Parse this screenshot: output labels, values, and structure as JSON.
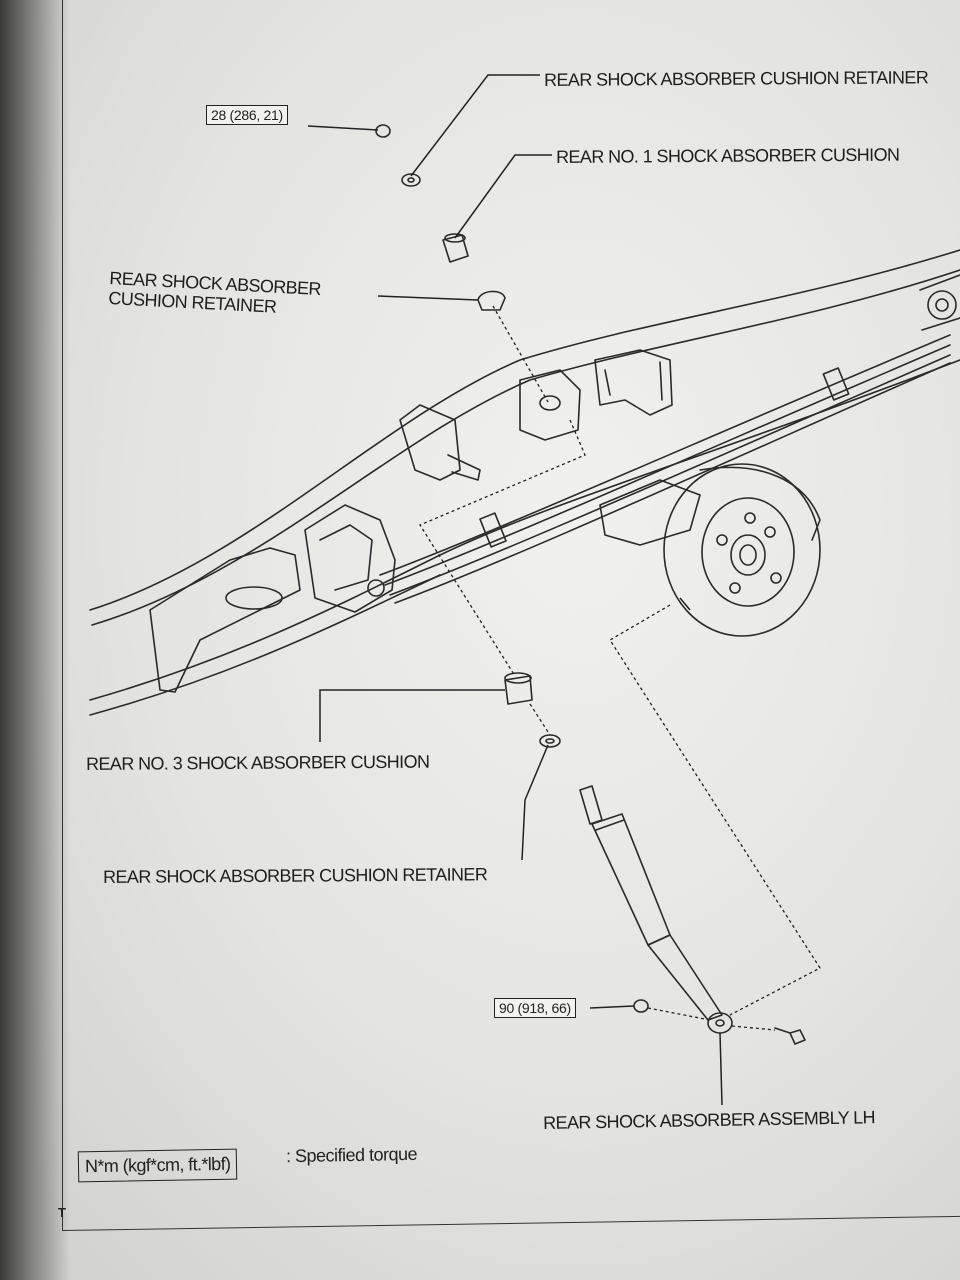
{
  "labels": {
    "retainer_top": "REAR SHOCK ABSORBER CUSHION RETAINER",
    "cushion_no1": "REAR NO. 1 SHOCK ABSORBER CUSHION",
    "retainer_mid": "REAR SHOCK ABSORBER\nCUSHION RETAINER",
    "cushion_no3": "REAR NO. 3 SHOCK ABSORBER CUSHION",
    "retainer_low": "REAR SHOCK ABSORBER CUSHION RETAINER",
    "assembly": "REAR SHOCK ABSORBER ASSEMBLY LH"
  },
  "torque": {
    "upper": "28 (286, 21)",
    "lower": "90 (918, 66)"
  },
  "legend": {
    "box": "N*m (kgf*cm, ft.*lbf)",
    "text": ": Specified torque"
  },
  "page_id": "T",
  "colors": {
    "ink": "#222222",
    "paper": "#e8e8e5"
  }
}
